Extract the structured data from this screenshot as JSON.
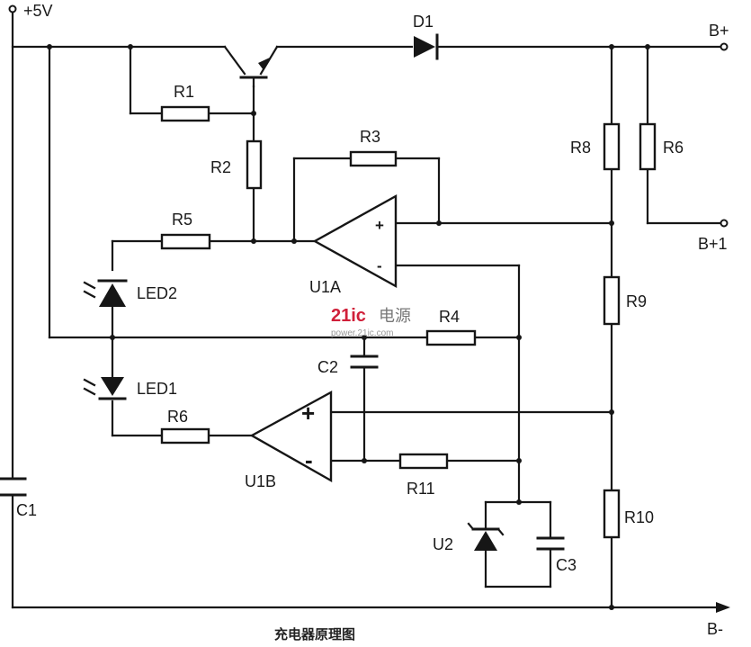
{
  "labels": {
    "vcc": "+5V",
    "d1": "D1",
    "b_plus": "B+",
    "b_plus1": "B+1",
    "b_minus": "B-",
    "r1": "R1",
    "r2": "R2",
    "r3": "R3",
    "r4": "R4",
    "r5": "R5",
    "r6": "R6",
    "r6b": "R6",
    "r8": "R8",
    "r9": "R9",
    "r10": "R10",
    "r11": "R11",
    "u1a": "U1A",
    "u1b": "U1B",
    "u2": "U2",
    "c1": "C1",
    "c2": "C2",
    "c3": "C3",
    "led1": "LED1",
    "led2": "LED2",
    "plus": "+",
    "minus": "-"
  },
  "watermark": {
    "brand": "21ic",
    "brand_cn": "电源",
    "url": "power.21ic.com"
  },
  "caption": "充电器原理图"
}
